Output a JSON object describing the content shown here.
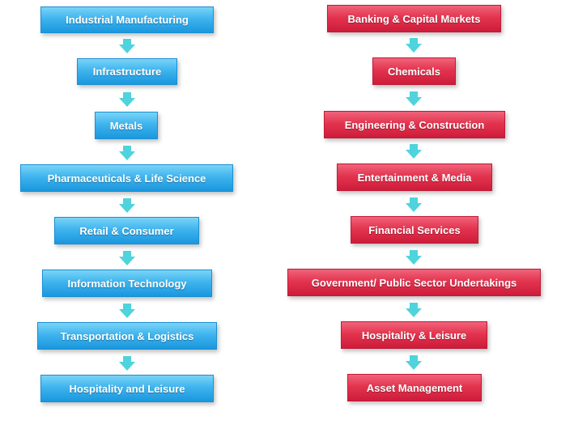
{
  "left_column": {
    "items": [
      "Industrial Manufacturing",
      "Infrastructure",
      "Metals",
      "Pharmaceuticals & Life Science",
      "Retail & Consumer",
      "Information Technology",
      "Transportation & Logistics",
      "Hospitality and Leisure"
    ],
    "color": "#2aa8ea"
  },
  "right_column": {
    "items": [
      "Banking & Capital Markets",
      "Chemicals",
      "Engineering & Construction",
      "Entertainment & Media",
      "Financial Services",
      "Government/ Public Sector Undertakings",
      "Hospitality & Leisure",
      "Asset Management"
    ],
    "color": "#df2c4a"
  },
  "arrow_color": "#4fd3dc",
  "arrow_icon": "arrow-down-icon"
}
